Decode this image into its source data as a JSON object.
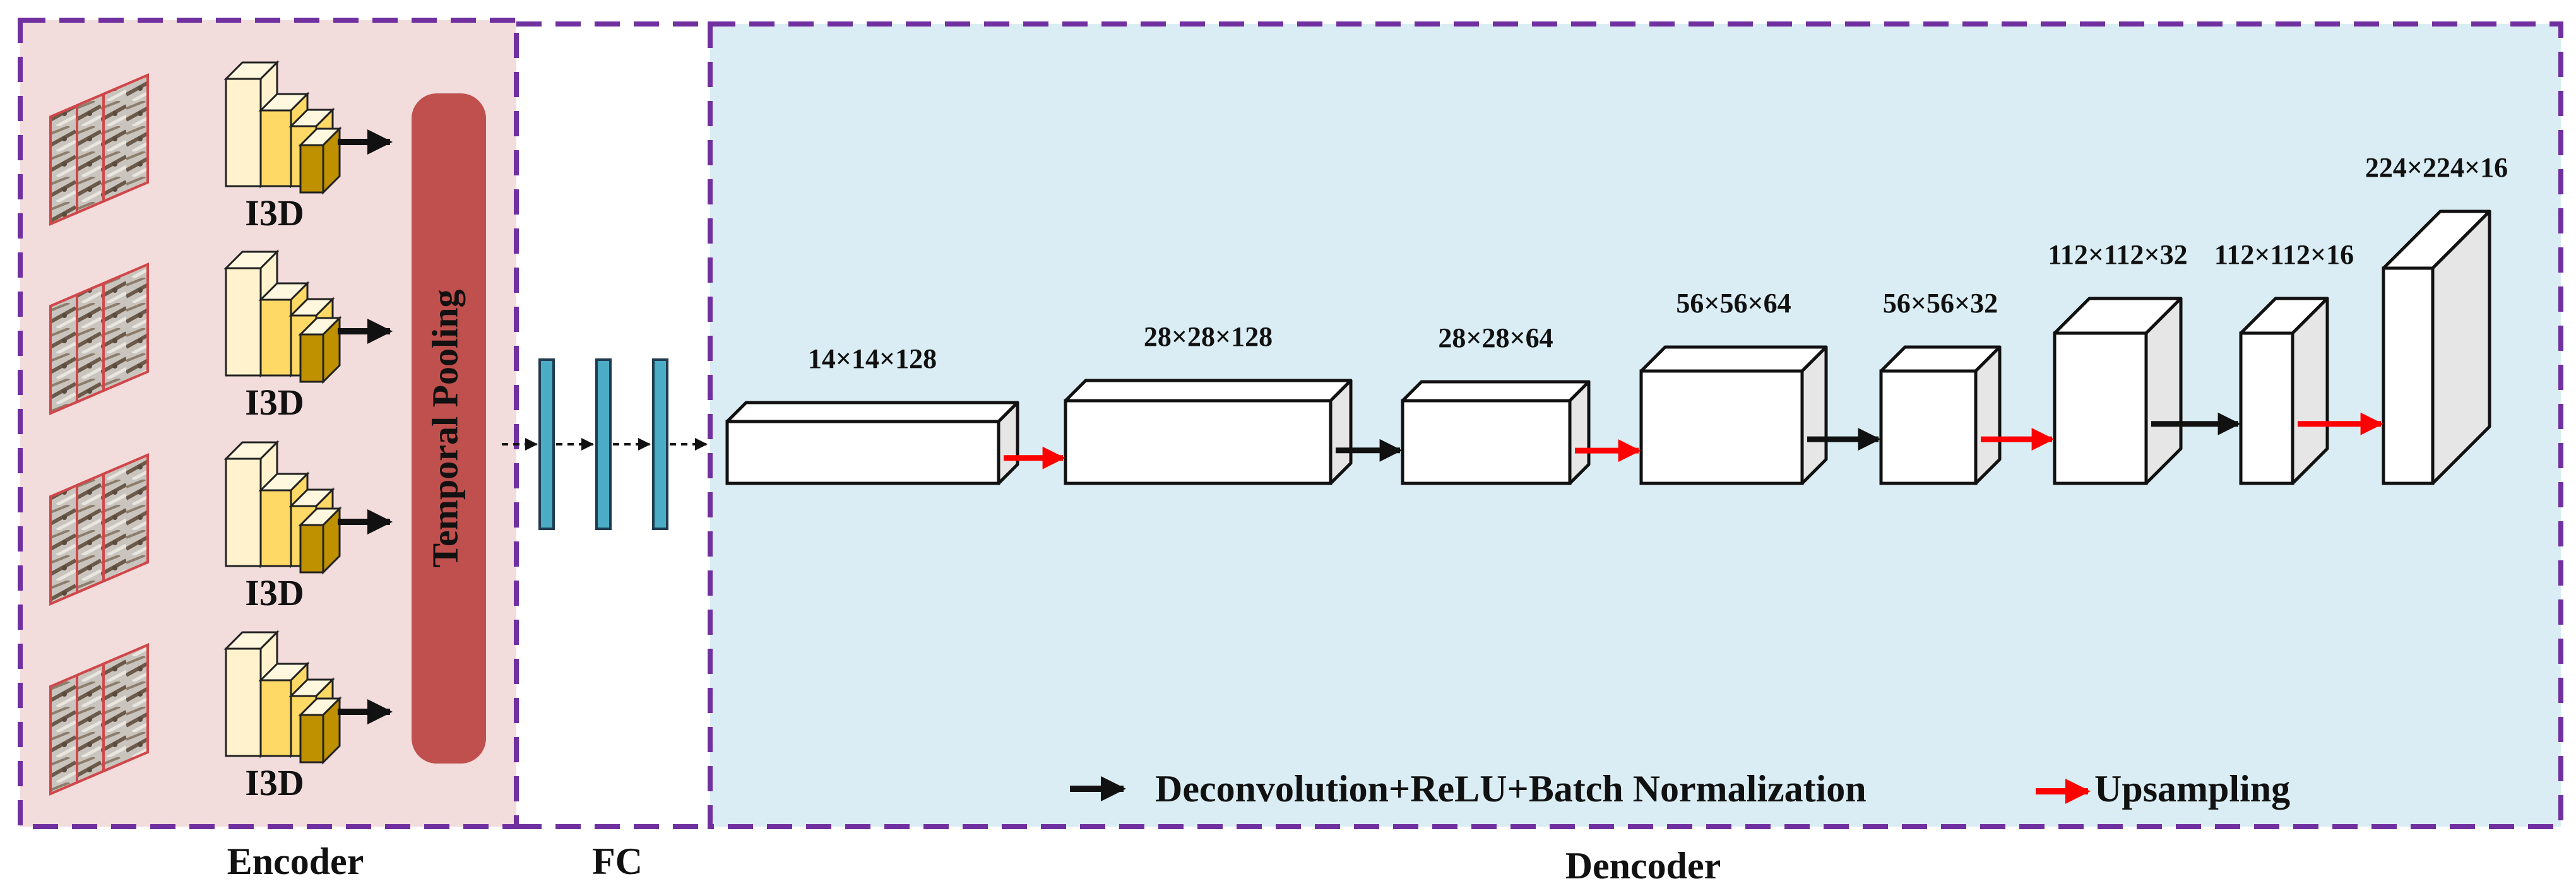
{
  "sections": {
    "encoder": "Encoder",
    "fc": "FC",
    "decoder": "Dencoder"
  },
  "encoder": {
    "backbone_label": "I3D",
    "backbone_count": 4,
    "pooling_label": "Temporal Pooling"
  },
  "fc": {
    "layer_count": 3
  },
  "decoder": {
    "layers": [
      {
        "label": "14×14×128"
      },
      {
        "label": "28×28×128"
      },
      {
        "label": "28×28×64"
      },
      {
        "label": "56×56×64"
      },
      {
        "label": "56×56×32"
      },
      {
        "label": "112×112×32"
      },
      {
        "label": "112×112×16"
      },
      {
        "label": "224×224×16"
      }
    ],
    "transitions": [
      "upsampling",
      "deconvolution",
      "upsampling",
      "deconvolution",
      "upsampling",
      "deconvolution",
      "upsampling"
    ]
  },
  "legend": {
    "deconv_label": "Deconvolution+ReLU+Batch Normalization",
    "upsampling_label": "Upsampling"
  },
  "colors": {
    "encoder_bg": "#f2dcdc",
    "decoder_bg": "#daedf4",
    "border": "#7030a0",
    "pooling": "#c0504d",
    "fc_bar": "#4bacc6",
    "upsampling_arrow": "#ff0000",
    "deconv_arrow": "#111111",
    "i3d_light": "#fff2cc",
    "i3d_mid": "#ffd966",
    "i3d_dark": "#bf9000"
  }
}
